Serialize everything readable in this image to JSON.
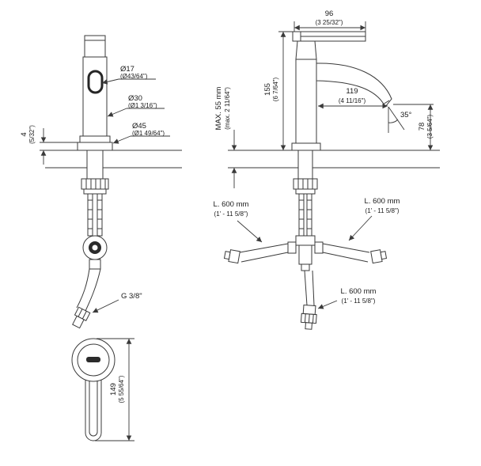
{
  "drawing": {
    "front_view": {
      "dia_handle": {
        "metric": "Ø17",
        "imperial": "(Ø43/64\")"
      },
      "dia_body": {
        "metric": "Ø30",
        "imperial": "(Ø1 3/16\")"
      },
      "dia_base": {
        "metric": "Ø45",
        "imperial": "(Ø1 49/64\")"
      },
      "base_height": {
        "metric": "4",
        "imperial": "(5/32\")"
      },
      "thread": "G 3/8\"",
      "handle_length": {
        "metric": "149",
        "imperial": "(5 55/64\")"
      }
    },
    "side_view": {
      "top_width": {
        "metric": "96",
        "imperial": "(3 25/32\")"
      },
      "total_height": {
        "metric": "155",
        "imperial": "(6 7/64\")"
      },
      "max_deck": {
        "metric": "MAX. 55 mm",
        "imperial": "(max. 2 11/64\")"
      },
      "spout_reach": {
        "metric": "119",
        "imperial": "(4 11/16\")"
      },
      "spout_angle": "35°",
      "spout_height": {
        "metric": "78",
        "imperial": "(3 5/64\")"
      },
      "hose_left": {
        "metric": "L. 600 mm",
        "imperial": "(1' - 11 5/8\")"
      },
      "hose_right": {
        "metric": "L. 600 mm",
        "imperial": "(1' - 11 5/8\")"
      },
      "hose_bottom": {
        "metric": "L. 600 mm",
        "imperial": "(1' - 11 5/8\")"
      }
    },
    "colors": {
      "line": "#3a3a3a",
      "text": "#1a1a1a",
      "background": "#ffffff"
    }
  }
}
